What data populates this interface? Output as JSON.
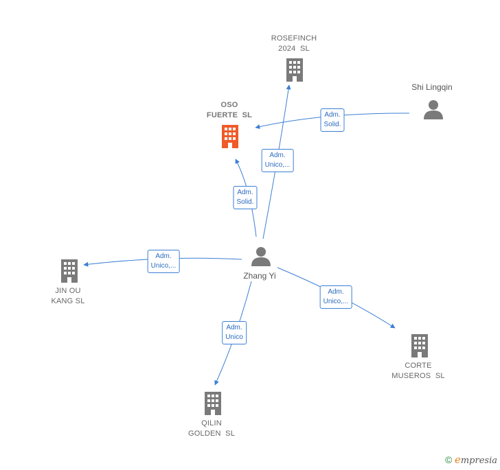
{
  "nodes": {
    "rosefinch": {
      "label": "ROSEFINCH\n2024  SL"
    },
    "oso": {
      "label": "OSO\nFUERTE  SL"
    },
    "jin": {
      "label": "JIN OU\nKANG SL"
    },
    "corte": {
      "label": "CORTE\nMUSEROS  SL"
    },
    "qilin": {
      "label": "QILIN\nGOLDEN  SL"
    },
    "shi": {
      "label": "Shi Lingqin"
    },
    "zhang": {
      "label": "Zhang Yi"
    }
  },
  "edges": {
    "shi_oso": "Adm.\nSolid.",
    "zhang_rosefinch": "Adm.\nUnico,...",
    "zhang_oso": "Adm.\nSolid.",
    "zhang_jin": "Adm.\nUnico,...",
    "zhang_corte": "Adm.\nUnico,...",
    "zhang_qilin": "Adm.\nUnico"
  },
  "colors": {
    "edge": "#3a7fd5",
    "focus_company": "#f05a28",
    "company": "#7a7a7a",
    "person": "#7a7a7a"
  },
  "brand": {
    "copyright": "©",
    "e": "e",
    "rest": "mpresia"
  }
}
